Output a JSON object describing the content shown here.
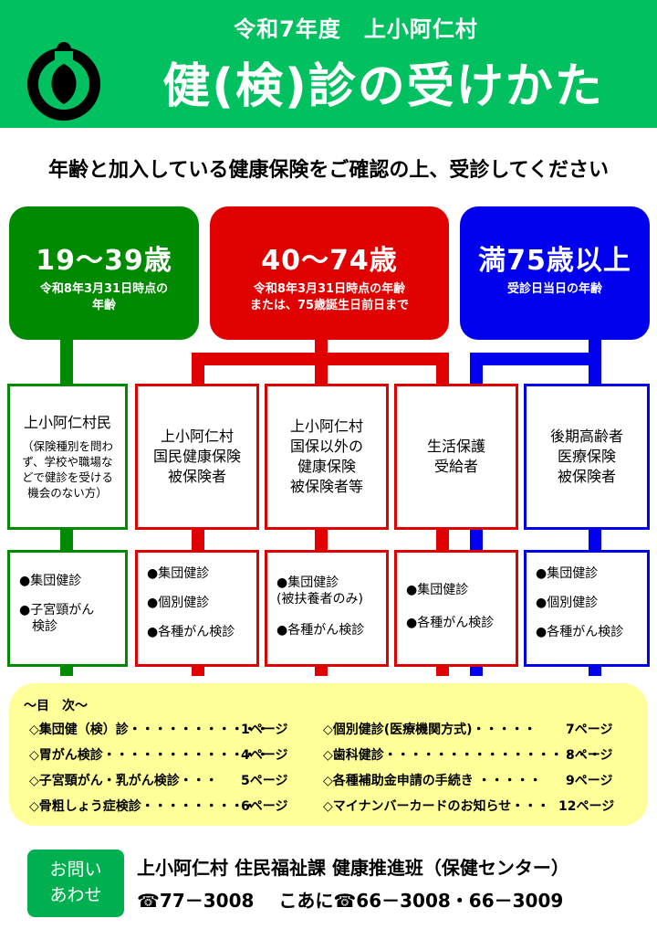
{
  "header": {
    "subtitle": "令和7年度　上小阿仁村",
    "title": "健(検)診の受けかた",
    "logo_icon": "village-emblem-icon"
  },
  "instruction": "年齢と加入している健康保険をご確認の上、受診してください",
  "colors": {
    "green": "#008a00",
    "red": "#e00000",
    "blue": "#0000ee",
    "header_green": "#00c060",
    "yellow": "#ffff99"
  },
  "age_groups": [
    {
      "range": "19～39歳",
      "note": "令和8年3月31日時点の\n年齢"
    },
    {
      "range": "40～74歳",
      "note": "令和8年3月31日時点の年齢\nまたは、75歳誕生日前日まで"
    },
    {
      "range": "満75歳以上",
      "note": "受診日当日の年齢"
    }
  ],
  "categories": [
    {
      "main": "上小阿仁村民",
      "small": "（保険種別を問わ\nず、学校や職場な\nどで健診を受ける\n機会のない方）"
    },
    {
      "main": "上小阿仁村\n国民健康保険\n被保険者"
    },
    {
      "main": "上小阿仁村\n国保以外の\n健康保険\n被保険者等"
    },
    {
      "main": "生活保護\n受給者"
    },
    {
      "main": "後期高齢者\n医療保険\n被保険者"
    }
  ],
  "services": [
    [
      "●集団健診",
      "●子宮頸がん\n　検診"
    ],
    [
      "●集団健診",
      "●個別健診",
      "●各種がん検診"
    ],
    [
      "●集団健診\n(被扶養者のみ)",
      "●各種がん検診"
    ],
    [
      "●集団健診",
      "●各種がん検診"
    ],
    [
      "●集団健診",
      "●個別健診",
      "●各種がん検診"
    ]
  ],
  "contents": {
    "heading": "～目　次～",
    "left": [
      {
        "label": "◇集団健（検）診・・・・・・・・・・・",
        "page": "1ページ"
      },
      {
        "label": "◇胃がん検診・・・・・・・・・・・・・",
        "page": "4ページ"
      },
      {
        "label": "◇子宮頸がん・乳がん検診・・・",
        "page": "5ページ"
      },
      {
        "label": "◇骨粗しょう症検診・・・・・・・・・",
        "page": "6ページ"
      }
    ],
    "right": [
      {
        "label": "◇個別健診(医療機関方式)・・・・・",
        "page": "7ページ"
      },
      {
        "label": "◇歯科健診・・・・・・・・・・・・・・・・・",
        "page": "8ページ"
      },
      {
        "label": "◇各種補助金申請の手続き ・・・・・",
        "page": "9ページ"
      },
      {
        "label": "◇マイナンバーカードのお知らせ・・・",
        "page": "12ページ"
      }
    ]
  },
  "contact": {
    "badge_line1": "お問い",
    "badge_line2": "あわせ",
    "department": "上小阿仁村 住民福祉課 健康推進班（保健センター）",
    "phones": "☎77－3008　 こあに☎66－3008・66－3009"
  }
}
